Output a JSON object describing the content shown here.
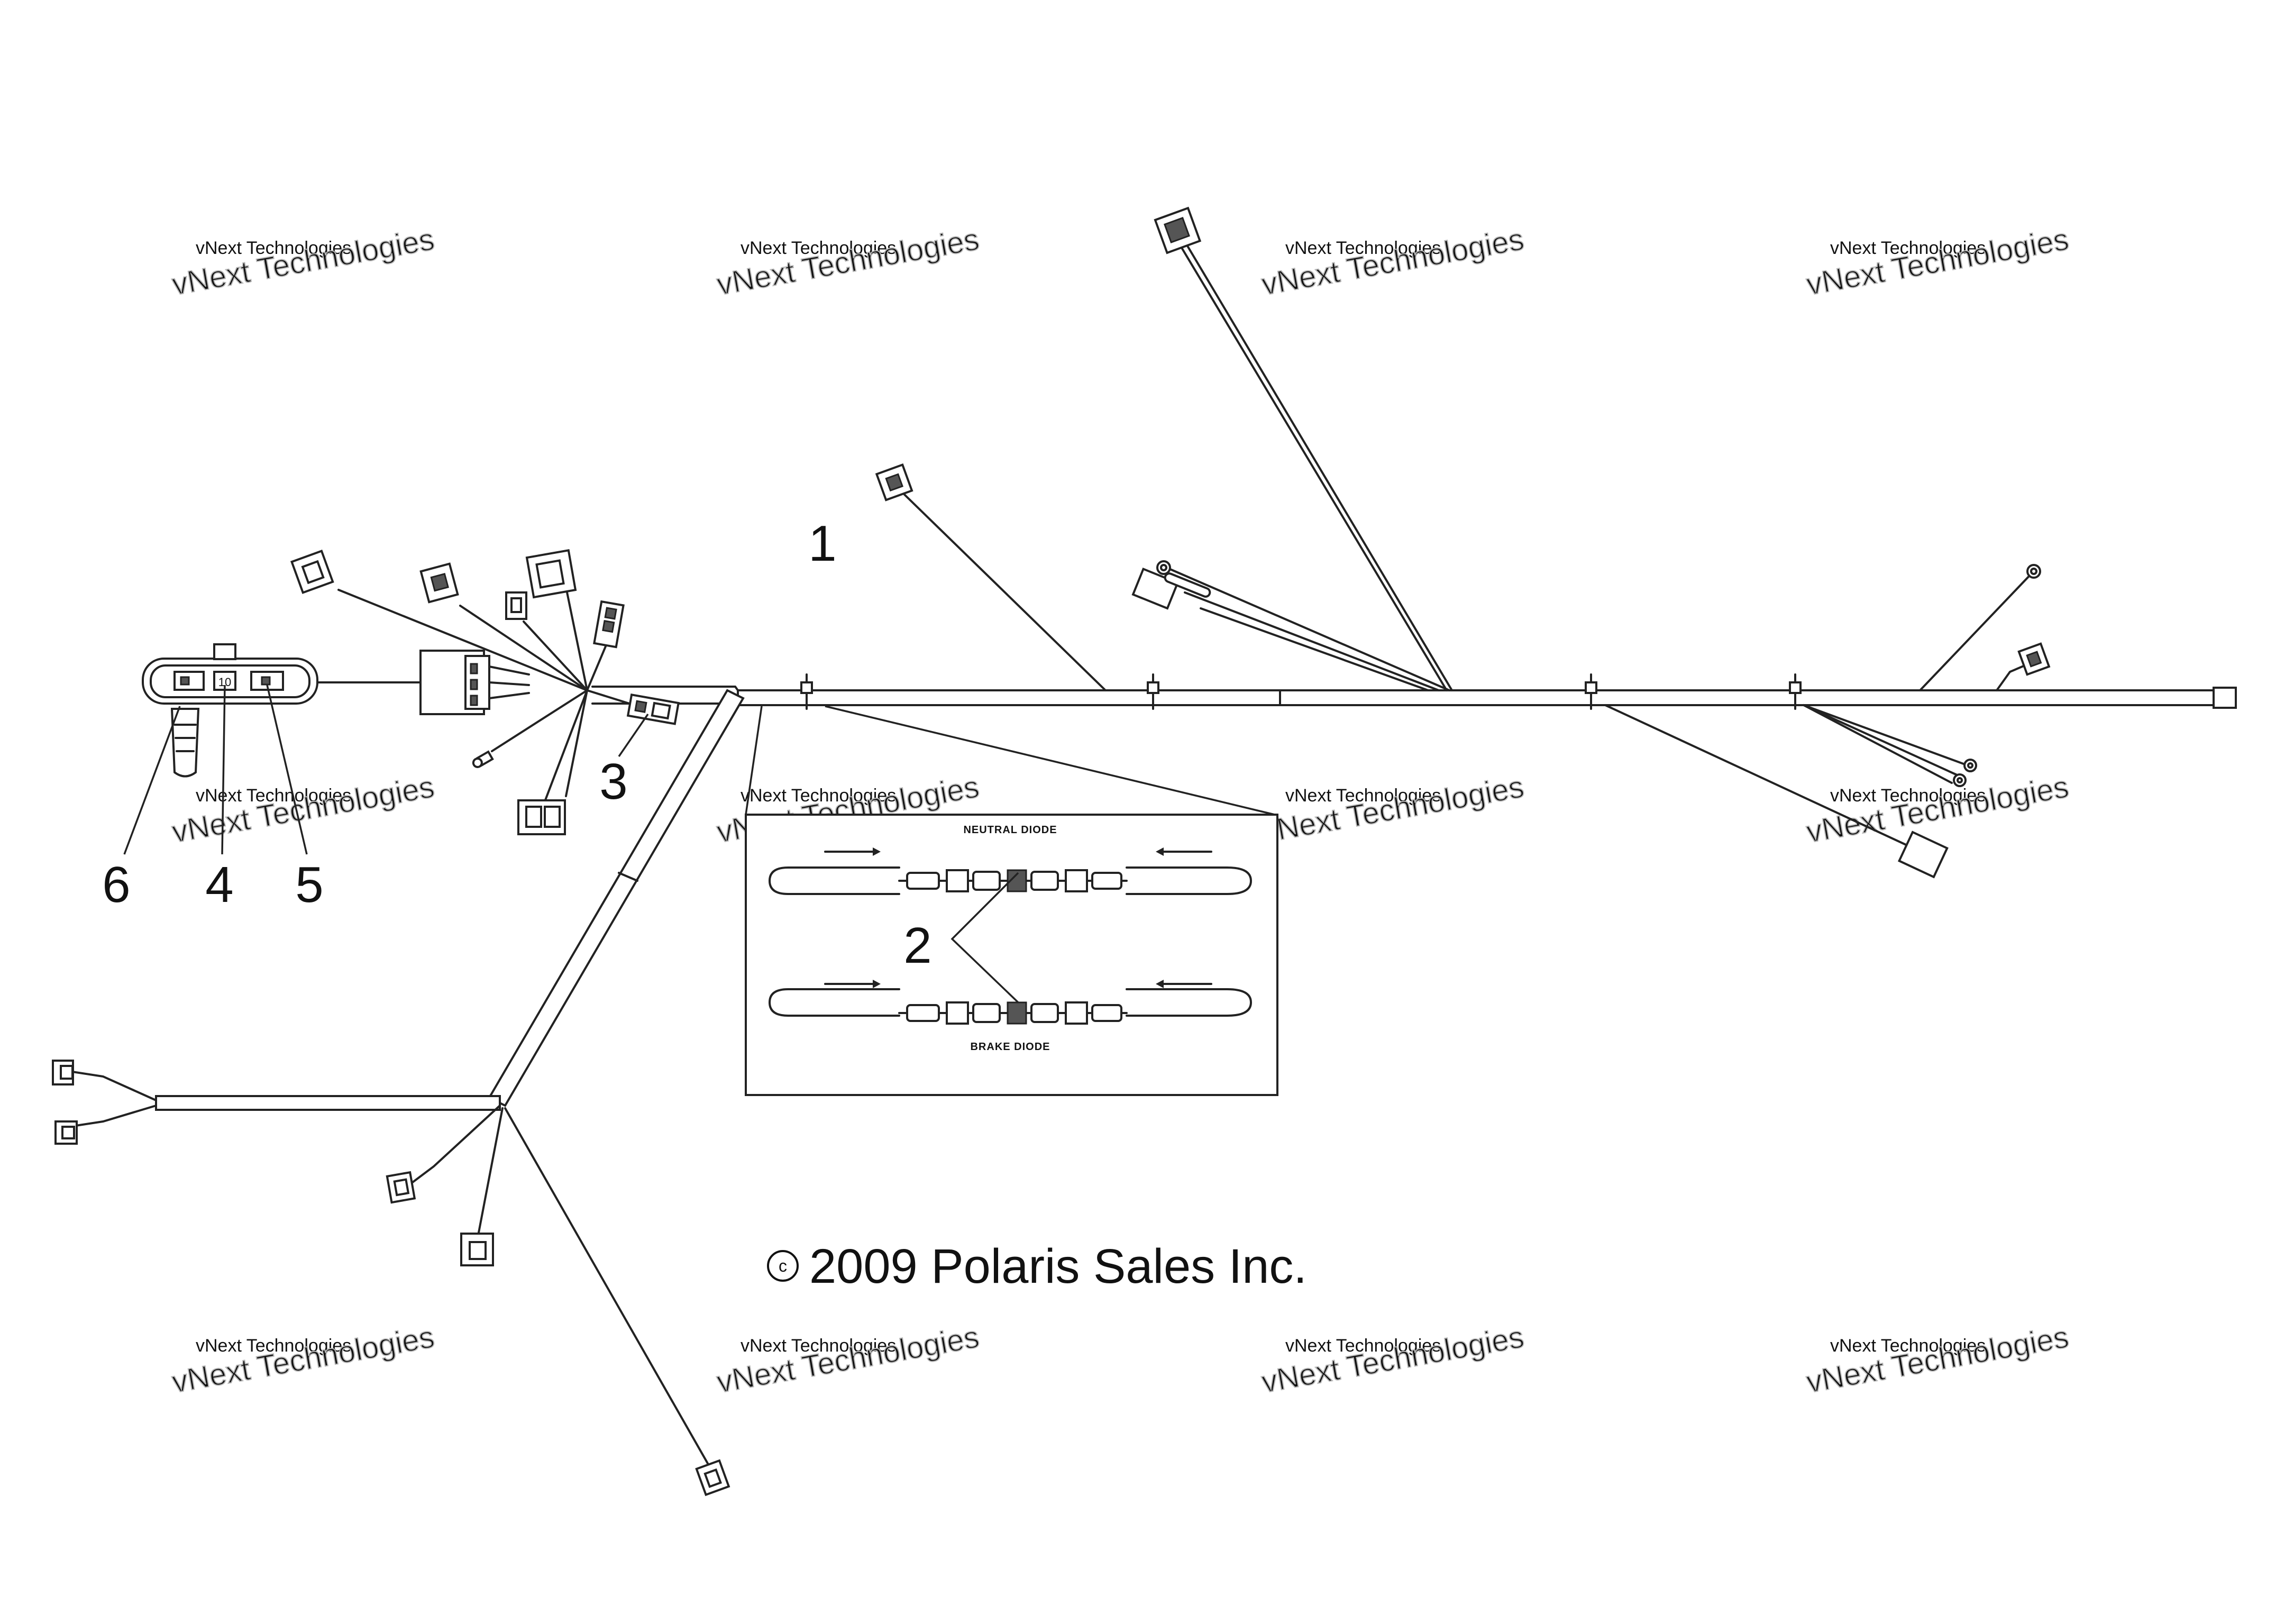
{
  "callouts": {
    "c1": "1",
    "c2": "2",
    "c3": "3",
    "c4": "4",
    "c5": "5",
    "c6": "6"
  },
  "connector_label": "10",
  "inset": {
    "top_caption": "NEUTRAL DIODE",
    "bottom_caption": "BRAKE DIODE"
  },
  "copyright": {
    "symbol": "c",
    "text": "2009 Polaris Sales Inc."
  },
  "watermark": {
    "line1": "vNext Technologies",
    "line2": "vNext Technologies"
  }
}
